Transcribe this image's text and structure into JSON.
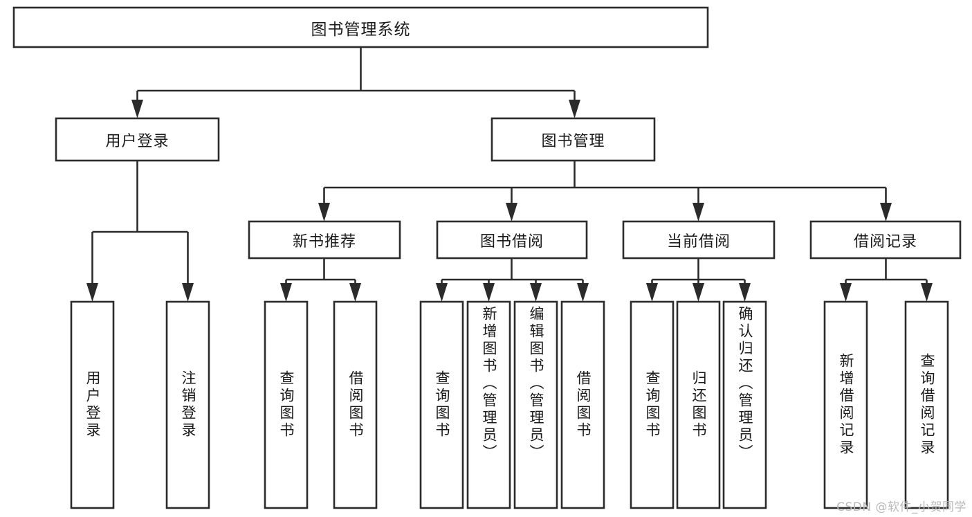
{
  "diagram": {
    "type": "tree-hierarchy",
    "orientation": "top-down",
    "root": {
      "label": "图书管理系统"
    },
    "level2": [
      {
        "label": "用户登录"
      },
      {
        "label": "图书管理"
      }
    ],
    "level3": [
      {
        "label": "新书推荐"
      },
      {
        "label": "图书借阅"
      },
      {
        "label": "当前借阅"
      },
      {
        "label": "借阅记录"
      }
    ],
    "leaves": {
      "user_login": [
        {
          "label": "用户登录"
        },
        {
          "label": "注销登录"
        }
      ],
      "new_book_recommend": [
        {
          "label": "查询图书"
        },
        {
          "label": "借阅图书"
        }
      ],
      "book_borrow": [
        {
          "label": "查询图书"
        },
        {
          "label": "新增图书（管理员）"
        },
        {
          "label": "编辑图书（管理员）"
        },
        {
          "label": "借阅图书"
        }
      ],
      "current_borrow": [
        {
          "label": "查询图书"
        },
        {
          "label": "归还图书"
        },
        {
          "label": "确认归还（管理员）"
        }
      ],
      "borrow_record": [
        {
          "label": "新增借阅记录"
        },
        {
          "label": "查询借阅记录"
        }
      ]
    }
  },
  "watermark": {
    "text": "CSDN @软件_小贺同学"
  },
  "colors": {
    "stroke": "#2b2b2b",
    "box_fill": "#ffffff",
    "text": "#1a1a1a",
    "watermark": "#b9b9b9",
    "background": "#ffffff"
  }
}
